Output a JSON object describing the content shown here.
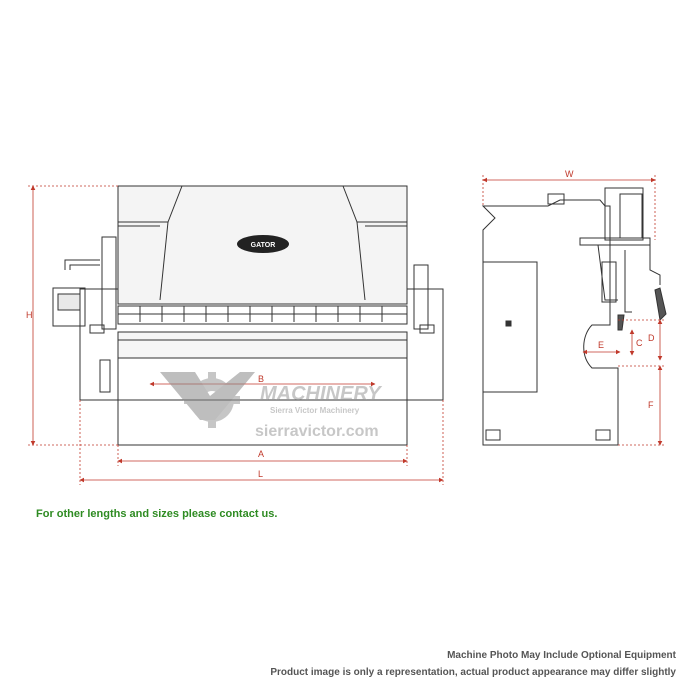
{
  "dimensions": {
    "height": "H",
    "bed_length": "A",
    "overall_length": "L",
    "throat_depth": "B",
    "width": "W",
    "depth_e": "E",
    "depth_c": "C",
    "depth_d": "D",
    "table_height": "F"
  },
  "brand_badge": "GATOR",
  "watermark": {
    "brand": "MACHINERY",
    "company": "Sierra Victor Machinery",
    "website": "sierravictor.com"
  },
  "notes": {
    "contact": "For other lengths and sizes please contact us.",
    "optional_equipment": "Machine Photo May Include Optional Equipment",
    "representation": "Product image is only a representation, actual product appearance may differ slightly"
  },
  "colors": {
    "line": "#333333",
    "dimension": "#c0392b",
    "contact_text": "#2e8b22",
    "watermark": "#9a9a9a"
  }
}
